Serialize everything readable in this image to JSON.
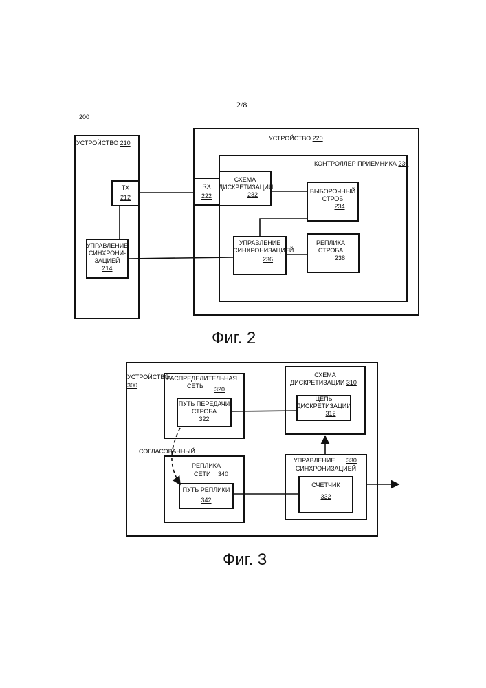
{
  "page_number": "2/8",
  "fig2": {
    "ref": "200",
    "device210": {
      "label": "УСТРОЙСТВО",
      "num": "210"
    },
    "tx": {
      "label": "TX",
      "num": "212"
    },
    "sync214": {
      "lines": [
        "УПРАВЛЕНИЕ",
        "СИНХРОНИ-",
        "ЗАЦИЕЙ"
      ],
      "num": "214"
    },
    "device220": {
      "label": "УСТРОЙСТВО",
      "num": "220"
    },
    "rx": {
      "label": "RX",
      "num": "222"
    },
    "controller230": {
      "label": "КОНТРОЛЛЕР ПРИЕМНИКА",
      "num": "230"
    },
    "sampling232": {
      "lines": [
        "СХЕМА",
        "ДИСКРЕТИЗАЦИИ"
      ],
      "num": "232"
    },
    "strobe234": {
      "lines": [
        "ВЫБОРОЧНЫЙ",
        "СТРОБ"
      ],
      "num": "234"
    },
    "sync236": {
      "lines": [
        "УПРАВЛЕНИЕ",
        "СИНХРОНИЗАЦИЕЙ"
      ],
      "num": "236"
    },
    "replica238": {
      "lines": [
        "РЕПЛИКА",
        "СТРОБА"
      ],
      "num": "238"
    },
    "caption": "Фиг. 2"
  },
  "fig3": {
    "device300": {
      "label": "УСТРОЙСТВО",
      "num": "300"
    },
    "dist320": {
      "lines": [
        "РАСПРЕДЕЛИТЕЛЬНАЯ",
        "СЕТЬ"
      ],
      "num": "320"
    },
    "path322": {
      "lines": [
        "ПУТЬ ПЕРЕДАЧИ",
        "СТРОБА"
      ],
      "num": "322"
    },
    "sampling310": {
      "lines": [
        "СХЕМА",
        "ДИСКРЕТИЗАЦИИ"
      ],
      "num": "310"
    },
    "chain312": {
      "lines": [
        "ЦЕПЬ",
        "ДИСКРЕТИЗАЦИИ"
      ],
      "num": "312"
    },
    "matched": "СОГЛАСОВАННЫЙ",
    "replica340": {
      "lines": [
        "РЕПЛИКА",
        "СЕТИ"
      ],
      "num": "340"
    },
    "path342": {
      "label": "ПУТЬ РЕПЛИКИ",
      "num": "342"
    },
    "sync330": {
      "lines": [
        "УПРАВЛЕНИЕ",
        "СИНХРОНИЗАЦИЕЙ"
      ],
      "num": "330"
    },
    "counter332": {
      "label": "СЧЕТЧИК",
      "num": "332"
    },
    "caption": "Фиг. 3"
  }
}
